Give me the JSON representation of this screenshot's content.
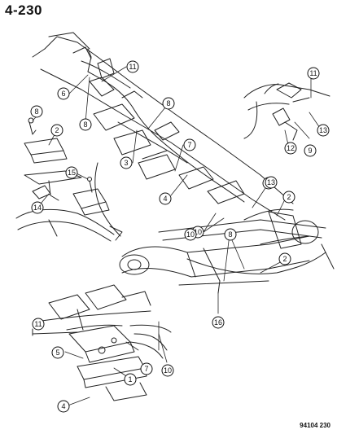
{
  "page": {
    "number": "4-230",
    "figure_code": "94104 230"
  },
  "callouts": [
    "1",
    "2",
    "2",
    "2",
    "2",
    "3",
    "4",
    "4",
    "5",
    "6",
    "7",
    "7",
    "8",
    "8",
    "8",
    "8",
    "9",
    "10",
    "10",
    "10",
    "11",
    "11",
    "11",
    "12",
    "13",
    "13",
    "14",
    "15",
    "16"
  ]
}
